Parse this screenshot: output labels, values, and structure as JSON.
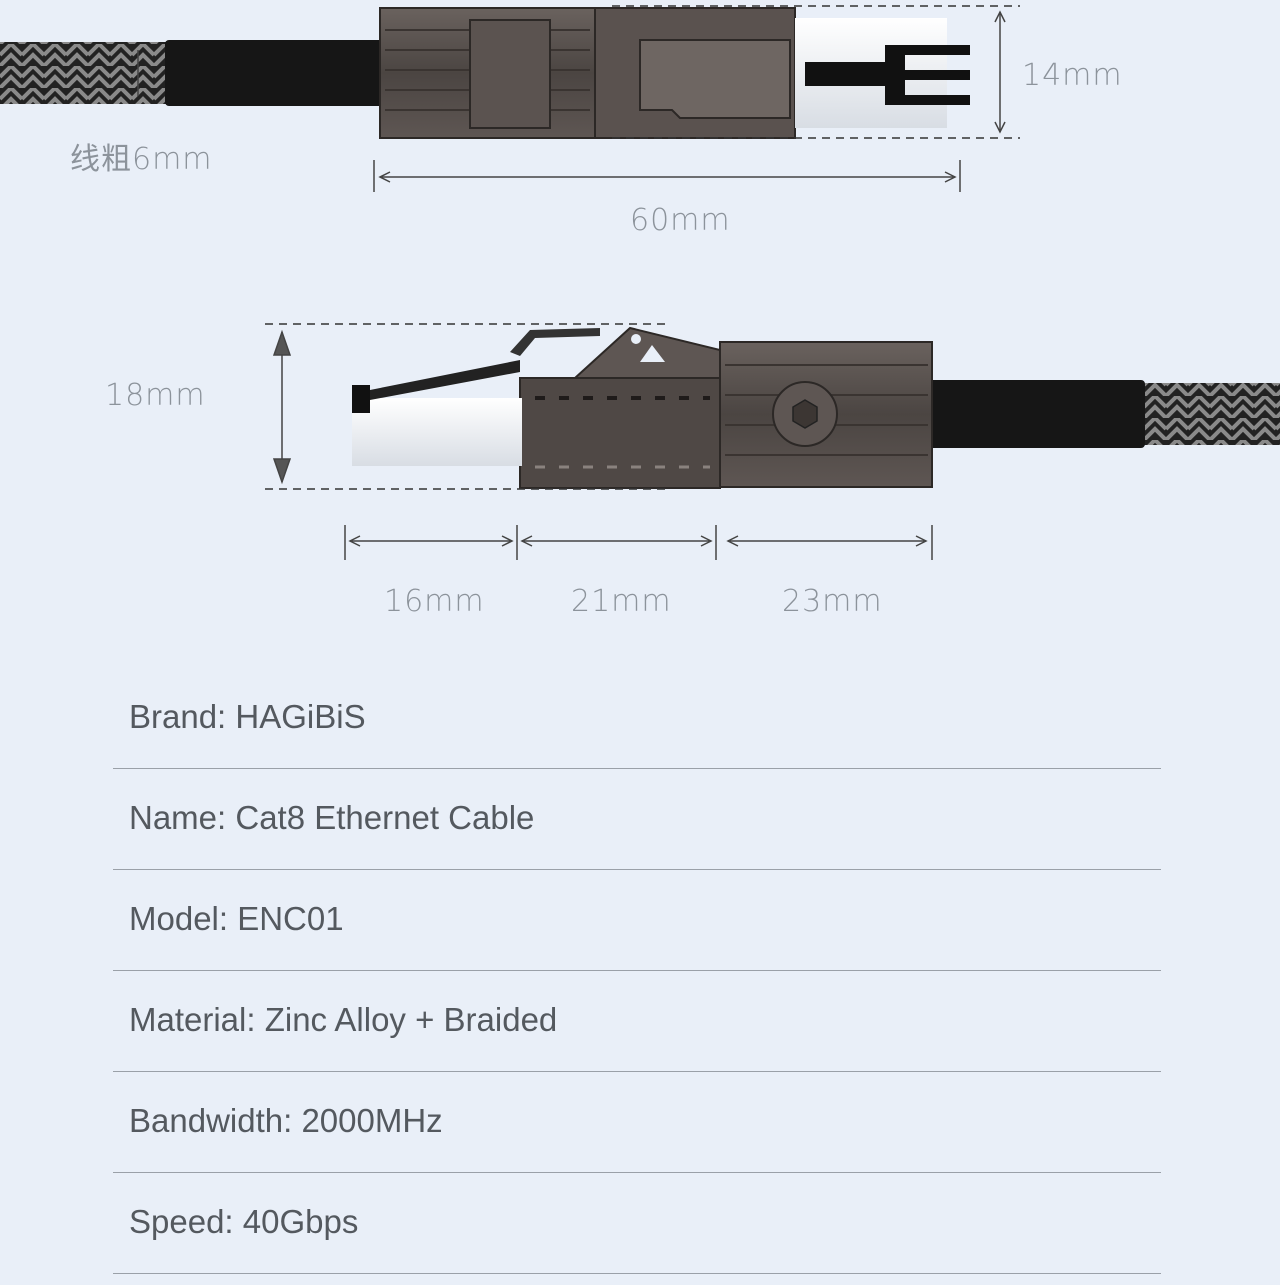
{
  "dimensions": {
    "top_height": "14mm",
    "cable_thickness": "线粗6mm",
    "top_length": "60mm",
    "side_height": "18mm",
    "seg_a": "16mm",
    "seg_b": "21mm",
    "seg_c": "23mm"
  },
  "specs": [
    "Brand: HAGiBiS",
    "Name: Cat8 Ethernet Cable",
    "Model: ENC01",
    "Material: Zinc Alloy + Braided",
    "Bandwidth: 2000MHz",
    "Speed: 40Gbps"
  ],
  "colors": {
    "background": "#e9eff8",
    "metal": "#4a4340",
    "cable": "#1a1a1a"
  }
}
